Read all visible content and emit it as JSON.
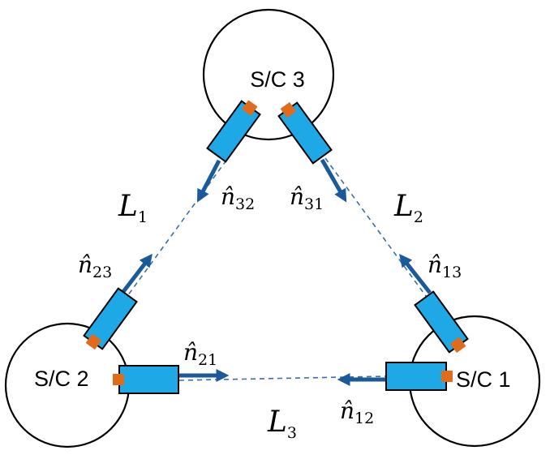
{
  "spacecraft": [
    {
      "id": "sc3",
      "label": "S/C 3"
    },
    {
      "id": "sc2",
      "label": "S/C 2"
    },
    {
      "id": "sc1",
      "label": "S/C 1"
    }
  ],
  "arms": [
    {
      "id": "L1",
      "symbol": "L",
      "subscript": "1"
    },
    {
      "id": "L2",
      "symbol": "L",
      "subscript": "2"
    },
    {
      "id": "L3",
      "symbol": "L",
      "subscript": "3"
    }
  ],
  "unit_vectors": [
    {
      "id": "n32",
      "symbol": "n̂",
      "subscript": "32"
    },
    {
      "id": "n31",
      "symbol": "n̂",
      "subscript": "31"
    },
    {
      "id": "n23",
      "symbol": "n̂",
      "subscript": "23"
    },
    {
      "id": "n13",
      "symbol": "n̂",
      "subscript": "13"
    },
    {
      "id": "n21",
      "symbol": "n̂",
      "subscript": "21"
    },
    {
      "id": "n12",
      "symbol": "n̂",
      "subscript": "12"
    }
  ],
  "colors": {
    "telescope": "#1ea8e6",
    "telescope_border": "#000000",
    "optical_bench": "#e06b1a",
    "arrow": "#1a5a9a",
    "laser_link": "#3a6ea8",
    "spacecraft_outline": "#000000"
  }
}
